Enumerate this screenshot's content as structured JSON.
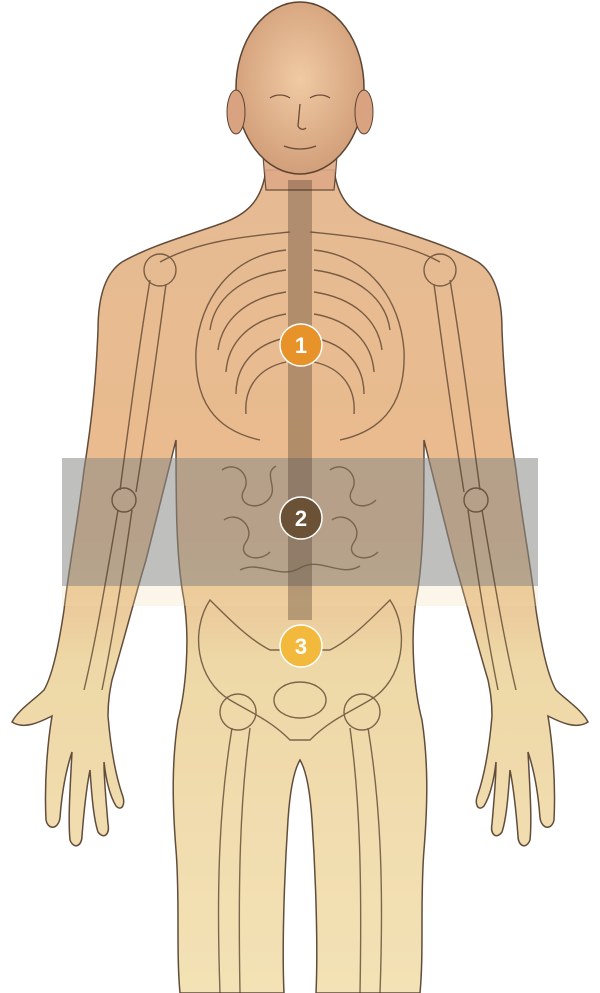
{
  "figure": {
    "zones": [
      {
        "id": "zone-1",
        "label": "1",
        "color": "#e8922a",
        "band_color": "#e7a56d"
      },
      {
        "id": "zone-2",
        "label": "2",
        "color": "#6b5136",
        "band_color": "#8a8a86"
      },
      {
        "id": "zone-3",
        "label": "3",
        "color": "#f2b93c",
        "band_color": "#efd796"
      }
    ],
    "colors": {
      "background": "#ffffff",
      "skin_upper": "#e9b889",
      "skin_lower": "#f1dcaa",
      "bone_line": "#4a3524"
    }
  }
}
